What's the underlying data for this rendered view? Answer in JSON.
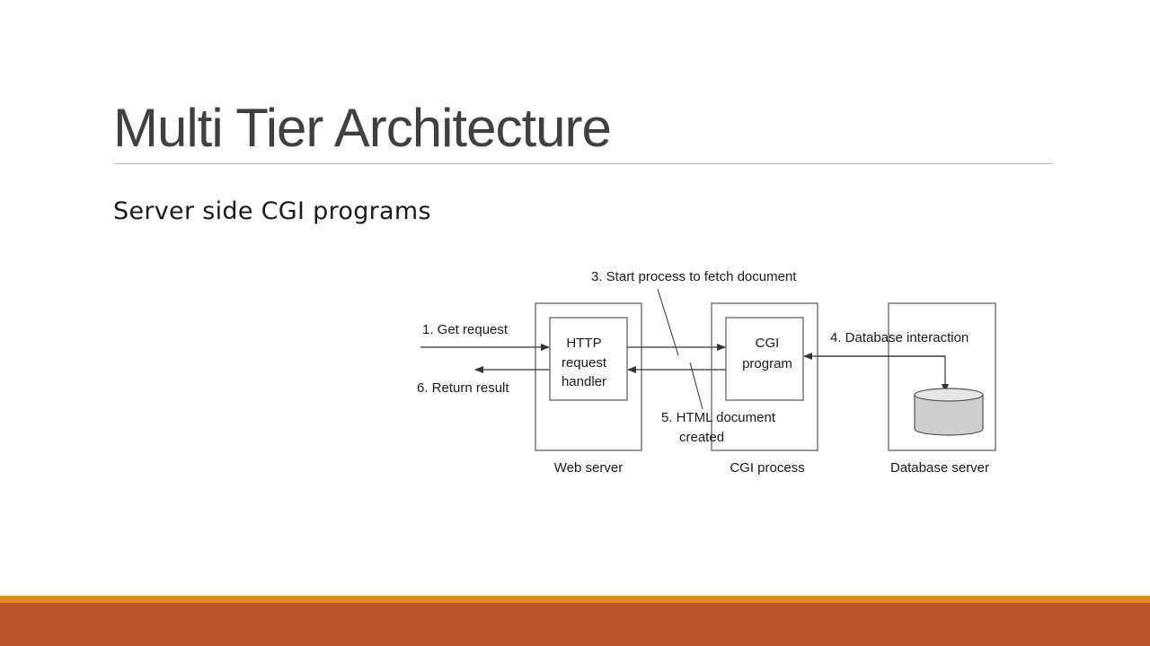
{
  "slide": {
    "title": "Multi Tier Architecture",
    "subtitle": "Server side CGI programs"
  },
  "diagram": {
    "labels": {
      "step1": "1. Get request",
      "step3": "3. Start process to fetch document",
      "step4": "4. Database interaction",
      "step5_line1": "5. HTML document",
      "step5_line2": "created",
      "step6": "6. Return result"
    },
    "http_handler": [
      "HTTP",
      "request",
      "handler"
    ],
    "cgi_program": [
      "CGI",
      "program"
    ],
    "containers": {
      "web_server": "Web server",
      "cgi_process": "CGI process",
      "database_server": "Database server"
    }
  },
  "colors": {
    "accent_orange": "#e08a1e",
    "accent_rust": "#bb5729",
    "title": "#404040"
  }
}
